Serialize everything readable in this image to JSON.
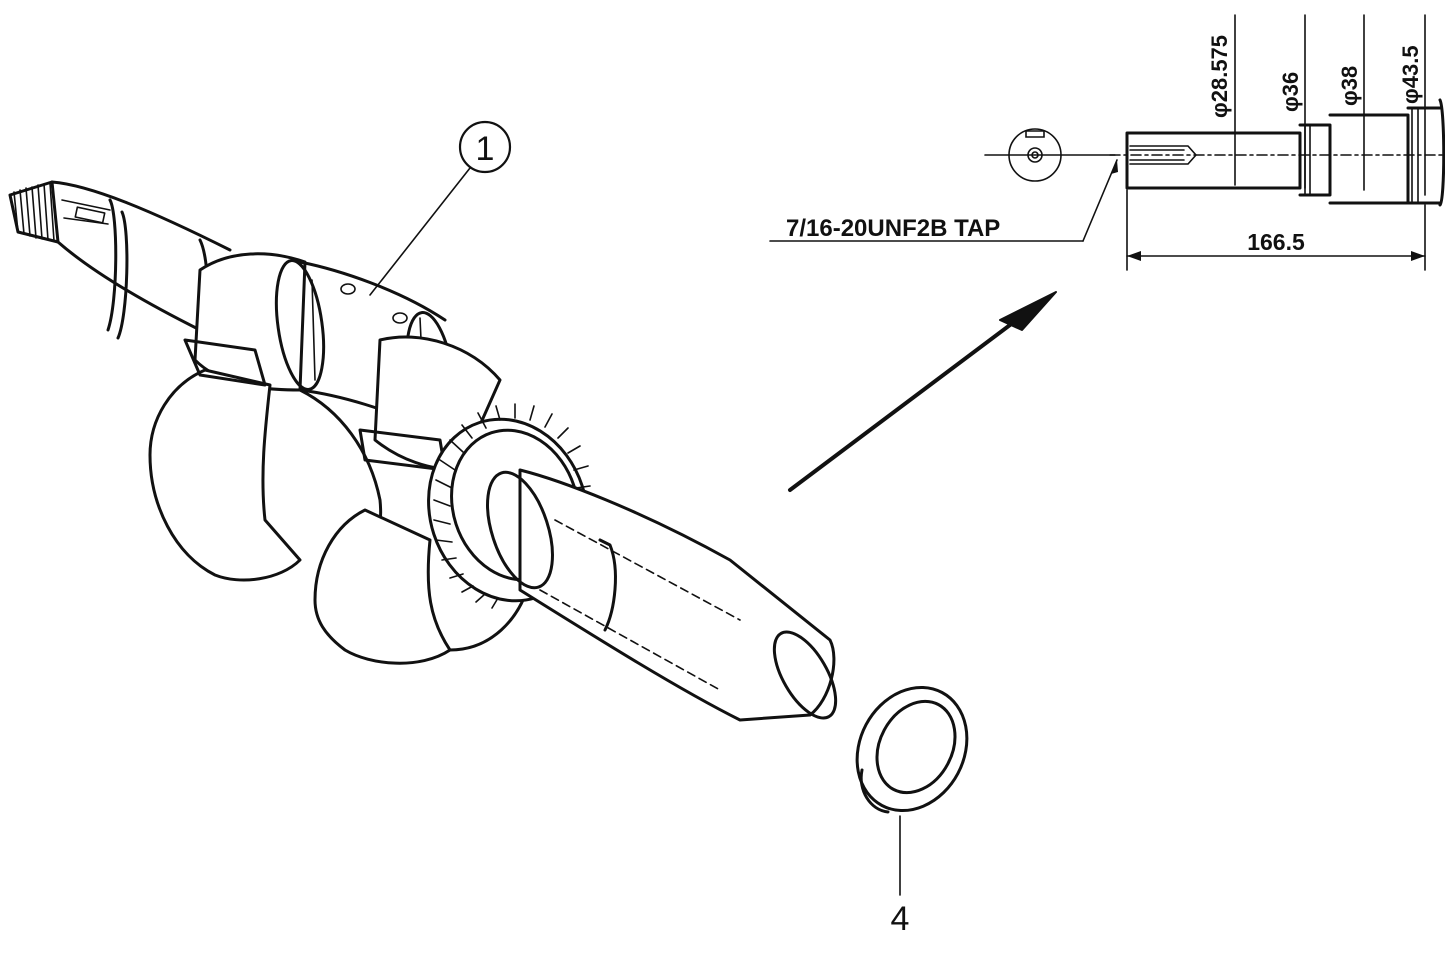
{
  "callouts": {
    "part_1": "1",
    "part_4": "4"
  },
  "detail": {
    "tap_label": "7/16-20UNF2B TAP",
    "length_label": "166.5",
    "diameters": [
      "φ28.575",
      "φ36",
      "φ38",
      "φ43.5"
    ]
  },
  "colors": {
    "ink": "#111111",
    "paper": "#ffffff"
  }
}
